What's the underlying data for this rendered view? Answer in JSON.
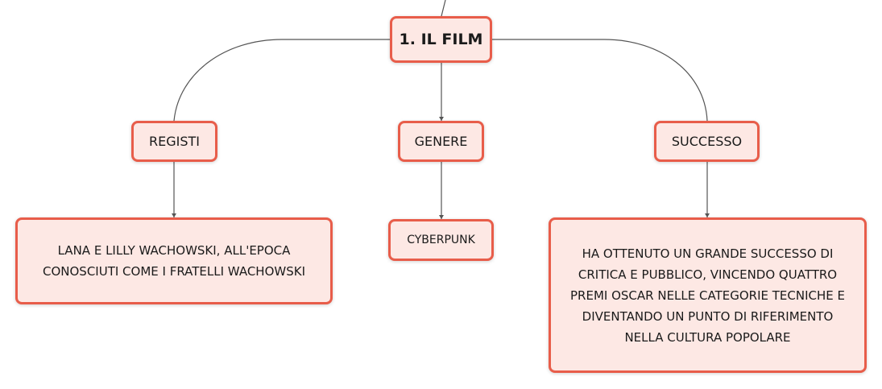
{
  "root": {
    "label": "1. IL FILM"
  },
  "branches": [
    {
      "label": "REGISTI",
      "detail": "LANA E LILLY WACHOWSKI, ALL'EPOCA CONOSCIUTI COME I FRATELLI WACHOWSKI"
    },
    {
      "label": "GENERE",
      "detail": "CYBERPUNK"
    },
    {
      "label": "SUCCESSO",
      "detail": "HA OTTENUTO UN GRANDE SUCCESSO DI CRITICA E PUBBLICO, VINCENDO QUATTRO PREMI OSCAR NELLE CATEGORIE TECNICHE E DIVENTANDO UN PUNTO DI RIFERIMENTO NELLA CULTURA POPOLARE"
    }
  ],
  "colors": {
    "node_border": "#e85d4a",
    "node_fill": "#fde8e4",
    "connector": "#555555",
    "text": "#1a1a1a"
  }
}
